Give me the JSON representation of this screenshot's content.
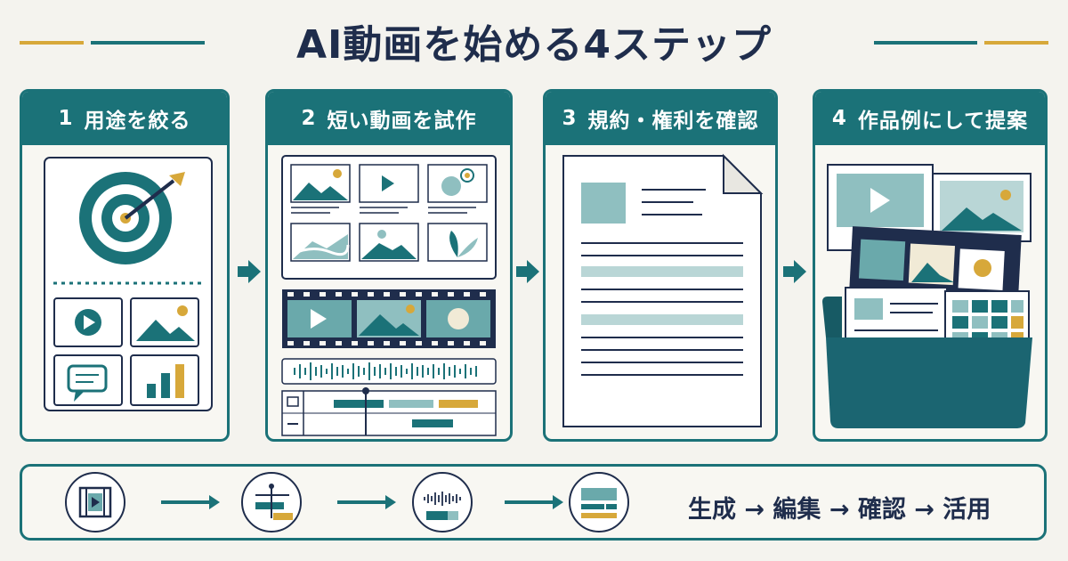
{
  "title": "AI動画を始める4ステップ",
  "steps": [
    {
      "num": "1",
      "label": "用途を絞る"
    },
    {
      "num": "2",
      "label": "短い動画を試作"
    },
    {
      "num": "3",
      "label": "規約・権利を確認"
    },
    {
      "num": "4",
      "label": "作品例にして提案"
    }
  ],
  "flow_text": "生成 → 編集 → 確認 → 活用",
  "icons": [
    "target-icon",
    "play-icon",
    "image-icon",
    "chat-icon",
    "bar-chart-icon",
    "film-strip-icon",
    "waveform-icon",
    "timeline-icon",
    "document-icon",
    "folder-icon",
    "layout-icon"
  ],
  "colors": {
    "teal": "#1b7278",
    "navy": "#1f2d4c",
    "gold": "#d7a83a",
    "light_teal": "#8fbfc0",
    "bg": "#f4f3ee"
  }
}
